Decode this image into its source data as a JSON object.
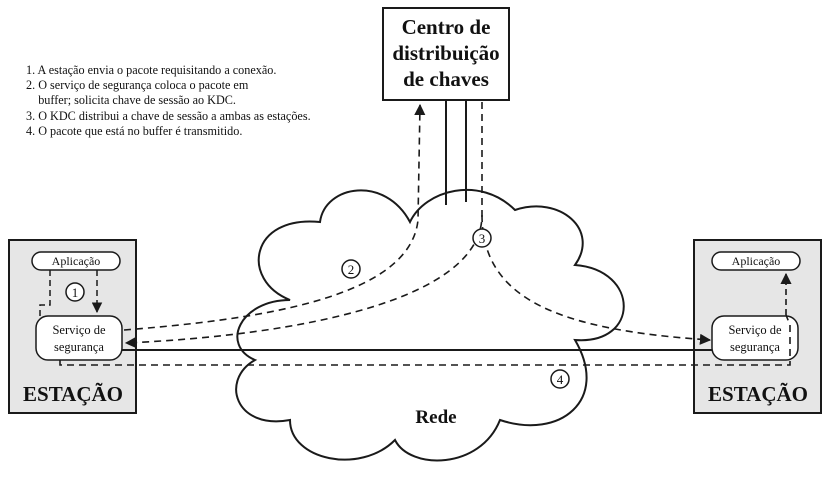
{
  "steps": [
    "1. A estação envia o pacote requisitando a conexão.",
    "2. O serviço de segurança coloca o pacote em",
    "    buffer; solicita chave de sessão ao KDC.",
    "3. O KDC distribui a chave de sessão a ambas as estações.",
    "4. O pacote que está no buffer é transmitido."
  ],
  "kdc": {
    "line1": "Centro de",
    "line2": "distribuição",
    "line3": "de chaves"
  },
  "network_label": "Rede",
  "left_station": {
    "app_label": "Aplicação",
    "service_line1": "Serviço de",
    "service_line2": "segurança",
    "title": "ESTAÇÃO"
  },
  "right_station": {
    "app_label": "Aplicação",
    "service_line1": "Serviço de",
    "service_line2": "segurança",
    "title": "ESTAÇÃO"
  },
  "markers": [
    "1",
    "2",
    "3",
    "4"
  ],
  "colors": {
    "station_fill": "#e6e6e6",
    "stroke": "#1a1a1a"
  }
}
